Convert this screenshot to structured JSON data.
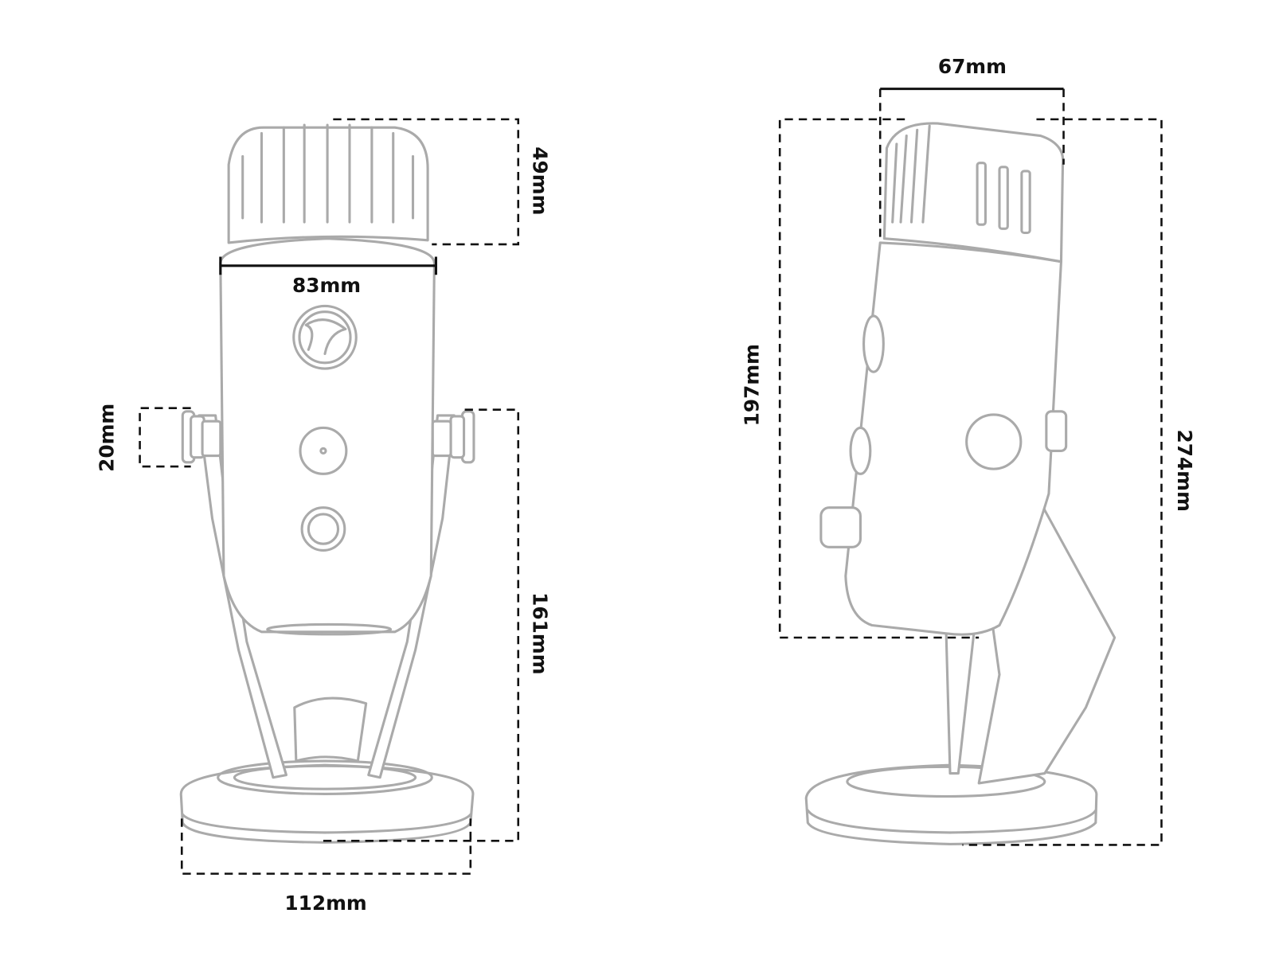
{
  "front_view": {
    "dimensions": {
      "capsule_height": "49mm",
      "body_width": "83mm",
      "knob_size": "20mm",
      "stand_height": "161mm",
      "base_diameter": "112mm"
    }
  },
  "side_view": {
    "dimensions": {
      "capsule_depth": "67mm",
      "body_height": "197mm",
      "total_height": "274mm"
    }
  },
  "colors": {
    "outline": "#aaaaaa",
    "dimension": "#111111"
  }
}
